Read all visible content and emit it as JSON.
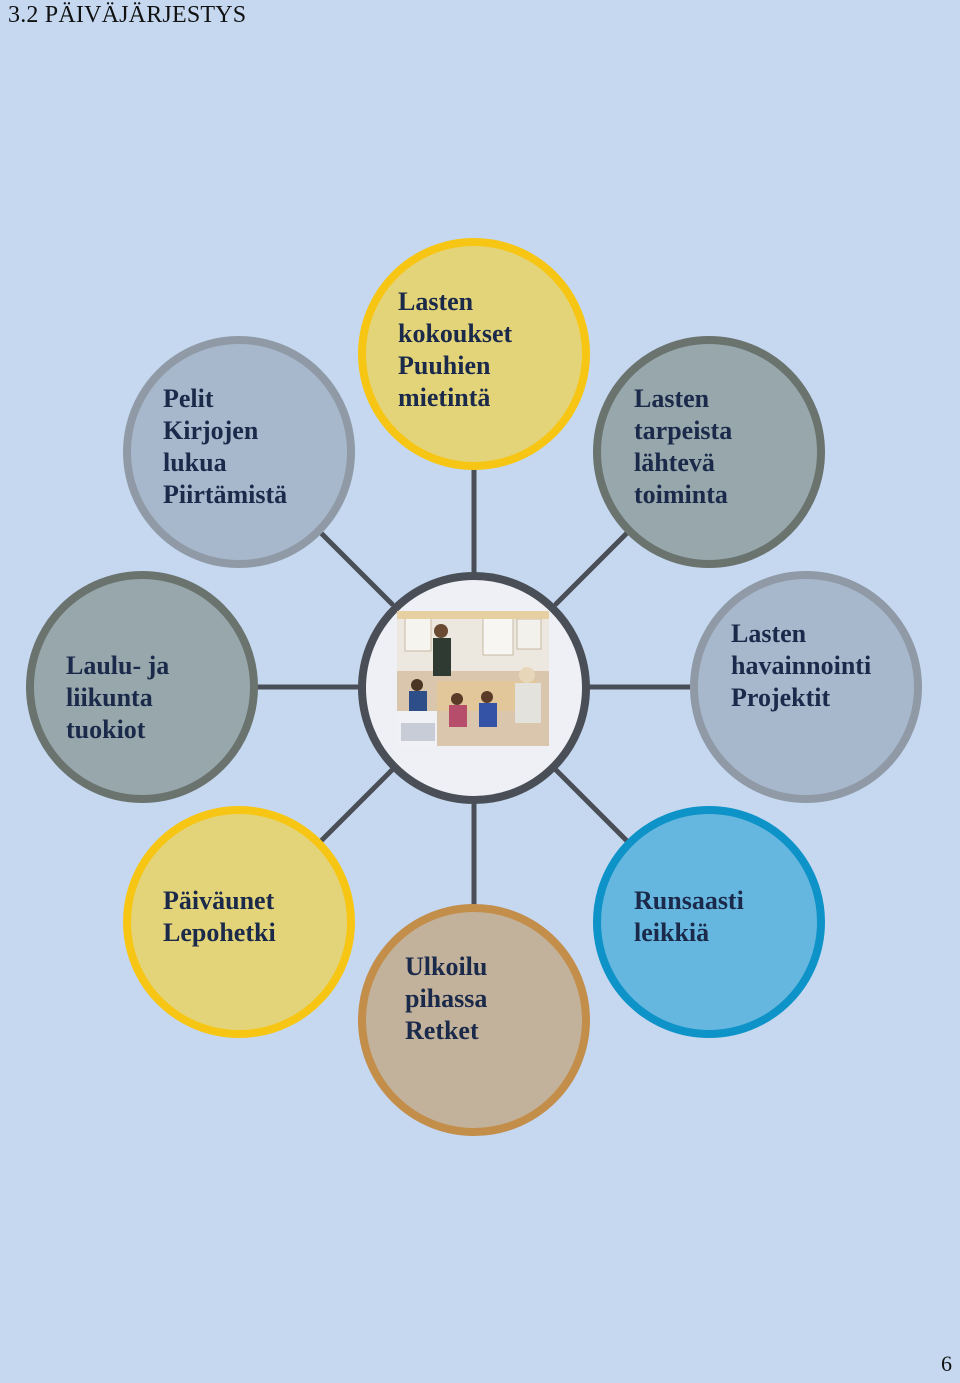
{
  "header": {
    "title": "3.2 PÄIVÄJÄRJESTYS"
  },
  "footer": {
    "page_number": "6"
  },
  "colors": {
    "background": "#c5d8f0",
    "connector": "#4a4f57",
    "yellow_fill": "#e3d479",
    "yellow_border": "#f7c614",
    "steel_fill": "#a8b8cc",
    "steel_border": "#8f9aa6",
    "grey_fill": "#97a7ab",
    "grey_border": "#6a736e",
    "tan_fill": "#c3b29b",
    "tan_border": "#c38d4a",
    "blue_fill": "#66b7df",
    "blue_border": "#0e93c8"
  },
  "diagram": {
    "center": {
      "image": "photo of children at tables in a daycare room"
    },
    "nodes": [
      {
        "id": "top",
        "label": "Lasten\nkokoukset\nPuuhien\nmietintä"
      },
      {
        "id": "top-left",
        "label": "Pelit\nKirjojen\nlukua\nPiirtämistä"
      },
      {
        "id": "top-right",
        "label": "Lasten\ntarpeista\nlähtevä\ntoiminta"
      },
      {
        "id": "left",
        "label": "Laulu- ja\nliikunta\ntuokiot"
      },
      {
        "id": "right",
        "label": "Lasten\nhavainnointi\nProjektit"
      },
      {
        "id": "bottom-left",
        "label": "Päiväunet\nLepohetki"
      },
      {
        "id": "bottom",
        "label": "Ulkoilu\npihassa\nRetket"
      },
      {
        "id": "bottom-right",
        "label": "Runsaasti\nleikkiä"
      }
    ]
  }
}
